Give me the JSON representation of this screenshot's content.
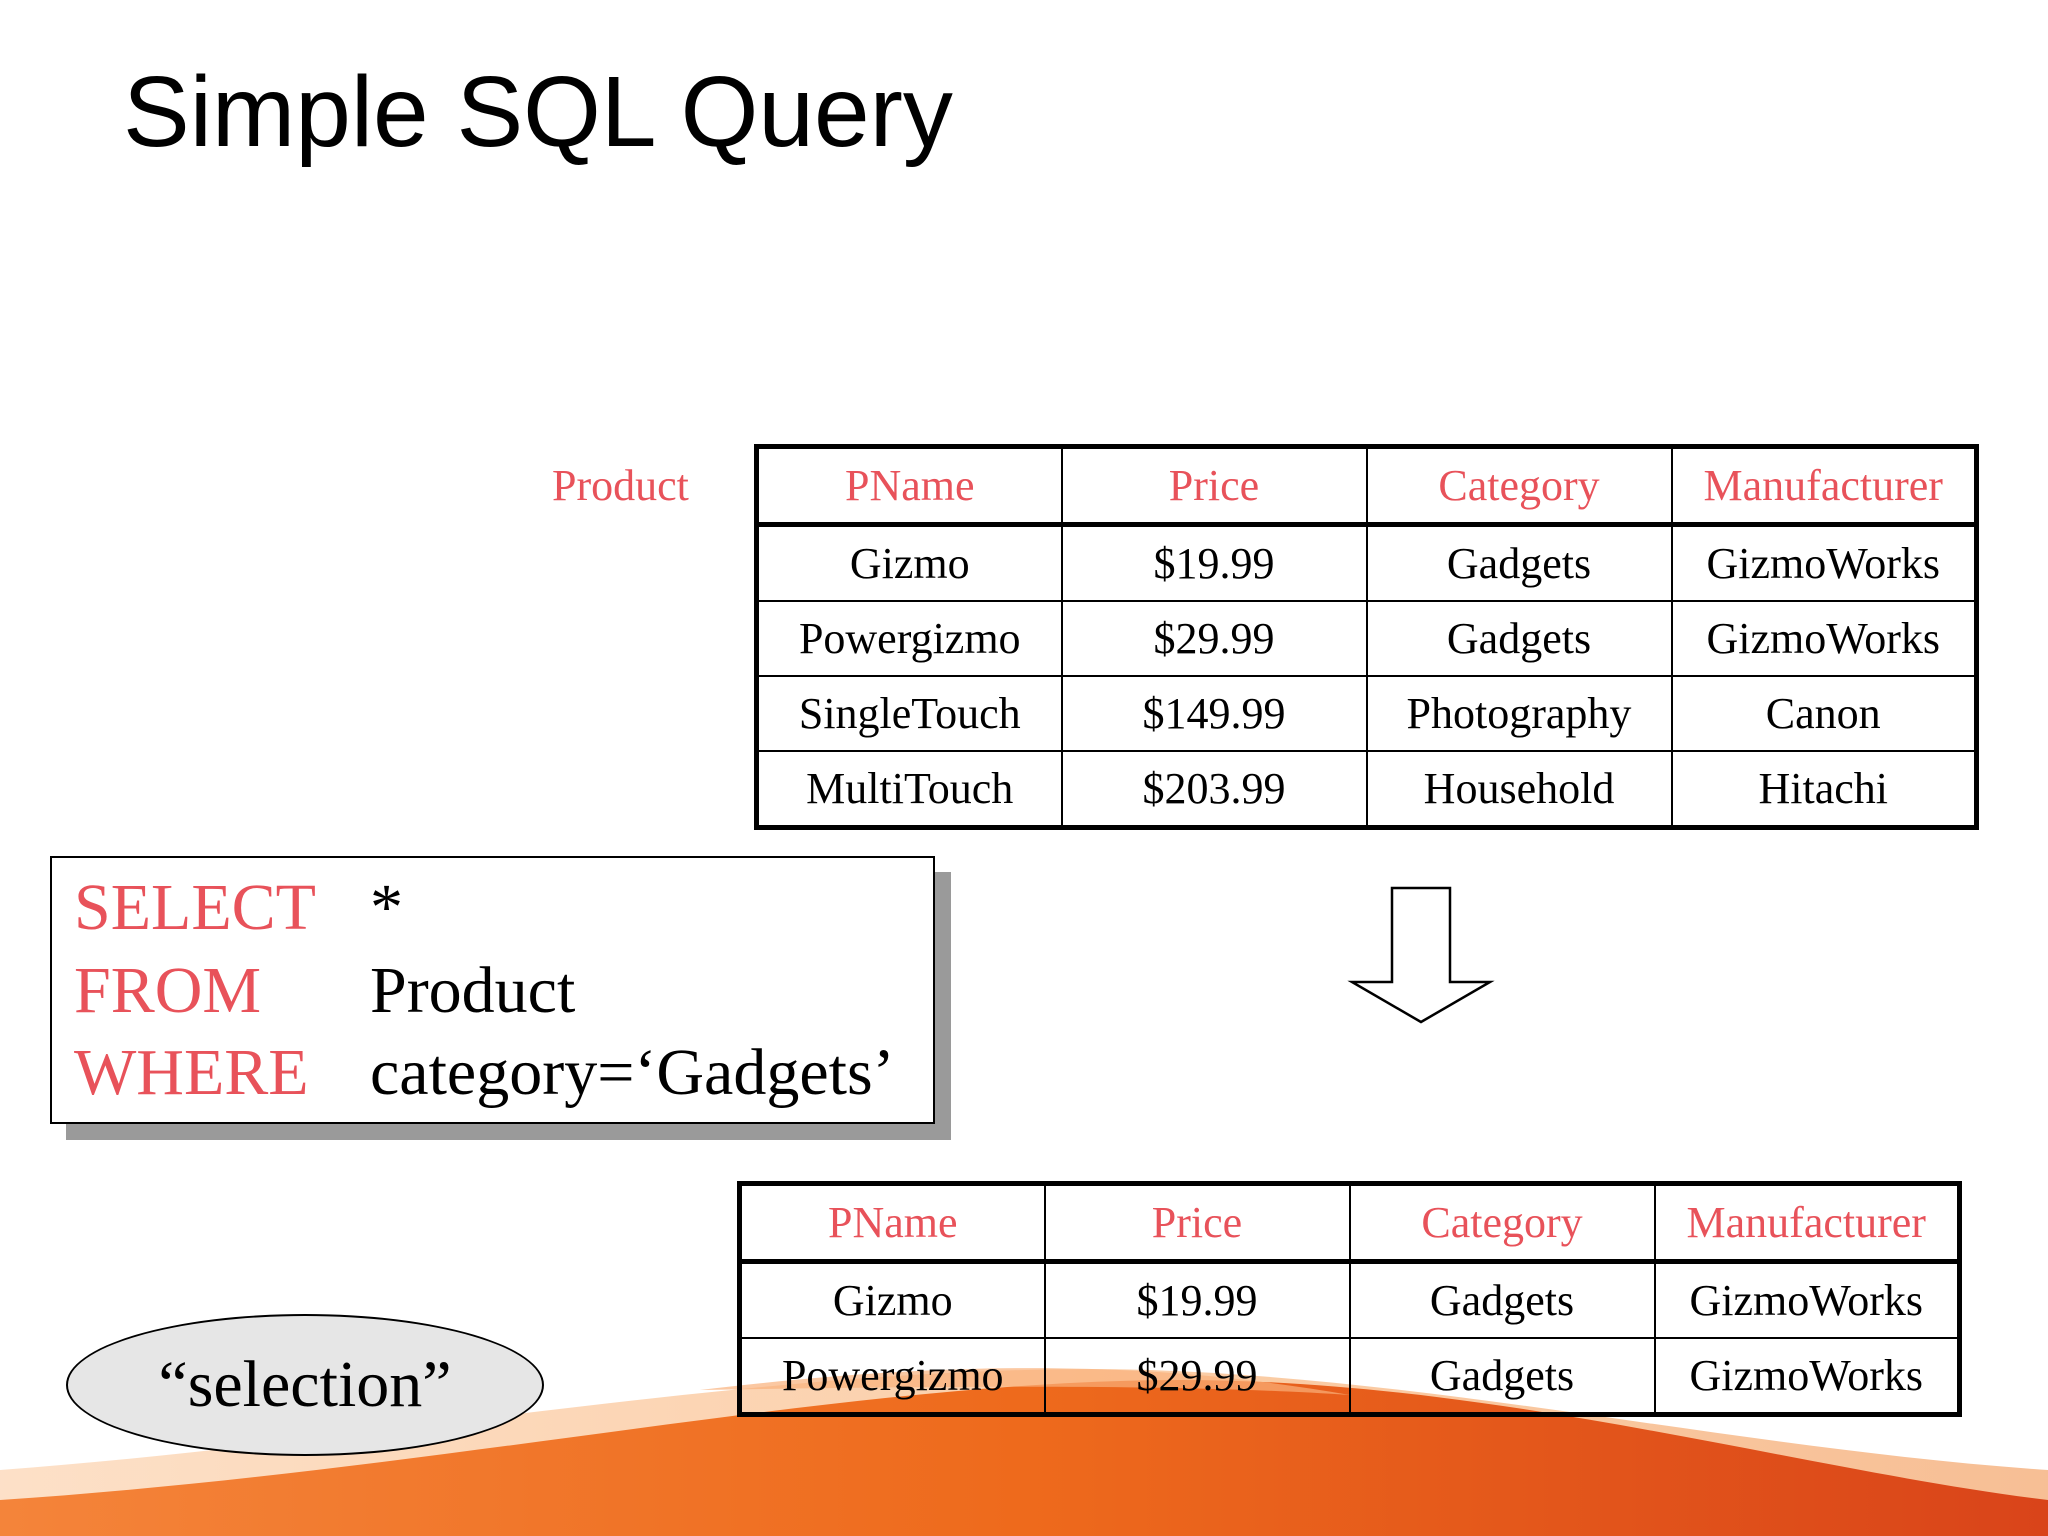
{
  "slide": {
    "title": "Simple SQL Query",
    "accent_color": "#e8525a",
    "background_swoosh_colors": [
      "#ee6a1c",
      "#f7a35c",
      "#d9441a"
    ]
  },
  "relation_label": "Product",
  "input_table": {
    "headers": [
      "PName",
      "Price",
      "Category",
      "Manufacturer"
    ],
    "rows": [
      [
        "Gizmo",
        "$19.99",
        "Gadgets",
        "GizmoWorks"
      ],
      [
        "Powergizmo",
        "$29.99",
        "Gadgets",
        "GizmoWorks"
      ],
      [
        "SingleTouch",
        "$149.99",
        "Photography",
        "Canon"
      ],
      [
        "MultiTouch",
        "$203.99",
        "Household",
        "Hitachi"
      ]
    ]
  },
  "query": {
    "lines": [
      {
        "keyword": "SELECT",
        "argument": "*"
      },
      {
        "keyword": "FROM",
        "argument": "Product"
      },
      {
        "keyword": "WHERE",
        "argument": "category=‘Gadgets’"
      }
    ]
  },
  "arrow_icon": "down-arrow-icon",
  "output_table": {
    "headers": [
      "PName",
      "Price",
      "Category",
      "Manufacturer"
    ],
    "rows": [
      [
        "Gizmo",
        "$19.99",
        "Gadgets",
        "GizmoWorks"
      ],
      [
        "Powergizmo",
        "$29.99",
        "Gadgets",
        "GizmoWorks"
      ]
    ]
  },
  "operation_label": "“selection”"
}
